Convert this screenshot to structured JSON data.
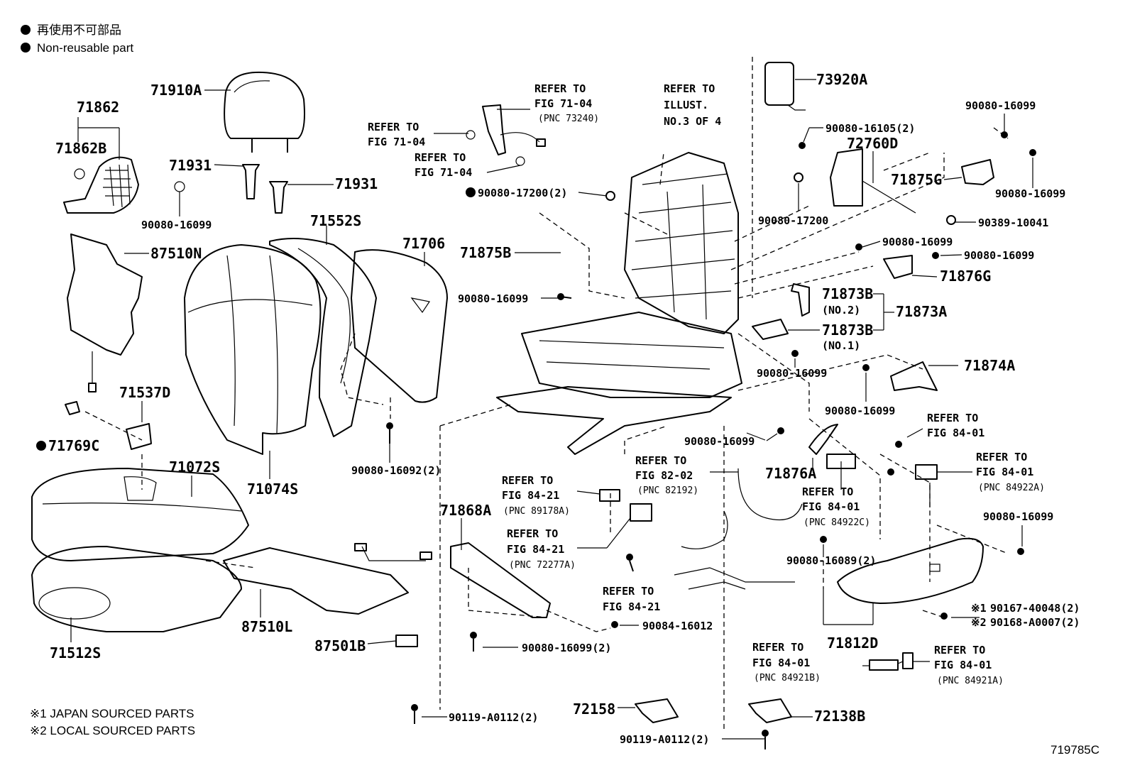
{
  "legend": {
    "jp": "再使用不可部品",
    "en": "Non-reusable part"
  },
  "labels": {
    "p71910A": "71910A",
    "p71862": "71862",
    "p71862B": "71862B",
    "p71931a": "71931",
    "p71931b": "71931",
    "p9008016099_a": "90080-16099",
    "p87510N": "87510N",
    "p71552S": "71552S",
    "p71706": "71706",
    "p71537D": "71537D",
    "p71769C": "71769C",
    "p71074S": "71074S",
    "p71072S": "71072S",
    "p9008016092": "90080-16092(2)",
    "p87510L": "87510L",
    "p71512S": "71512S",
    "p87501B": "87501B",
    "p71868A": "71868A",
    "p9008016099_2": "90080-16099(2)",
    "p90119A0112_a": "90119-A0112(2)",
    "p72158": "72158",
    "p90119A0112_b": "90119-A0112(2)",
    "p72138B": "72138B",
    "p90084": "90084-16012",
    "p9008017200_2": "90080-17200(2)",
    "p71875B": "71875B",
    "p9008016099_b": "90080-16099",
    "p73920A": "73920A",
    "p9008016105": "90080-16105(2)",
    "p72760D": "72760D",
    "p9008017200": "90080-17200",
    "p9008016099_c": "90080-16099",
    "p71875G": "71875G",
    "p9008016099_d": "90080-16099",
    "p9038910041": "90389-10041",
    "p9008016099_e": "90080-16099",
    "p9008016099_f": "90080-16099",
    "p71876G": "71876G",
    "p71873B_1": "71873B",
    "p71873B_no2": "(NO.2)",
    "p71873A": "71873A",
    "p71873B_2": "71873B",
    "p71873B_no1": "(NO.1)",
    "p9008016099_g": "90080-16099",
    "p71874A": "71874A",
    "p9008016099_h": "90080-16099",
    "p9008016099_i": "90080-16099",
    "p71876A": "71876A",
    "p9008016089": "90080-16089(2)",
    "p71812D": "71812D",
    "p9008016099_j": "90080-16099",
    "p90167": "90167-40048(2)",
    "p90168": "90168-A0007(2)",
    "mark1": "※1",
    "mark2": "※2",
    "fig_id": "719785C"
  },
  "refers": {
    "r7104a": [
      "REFER TO",
      "FIG 71-04",
      "(PNC 73240)"
    ],
    "r7104b": [
      "REFER TO",
      "FIG 71-04"
    ],
    "r7104c": [
      "REFER TO",
      "FIG 71-04"
    ],
    "rillust": [
      "REFER TO",
      "ILLUST.",
      "NO.3 OF 4"
    ],
    "r8421a": [
      "REFER TO",
      "FIG 84-21",
      "(PNC 89178A)"
    ],
    "r8202": [
      "REFER TO",
      "FIG 82-02",
      "(PNC 82192)"
    ],
    "r8421b": [
      "REFER TO",
      "FIG 84-21",
      "(PNC 72277A)"
    ],
    "r8421c": [
      "REFER TO",
      "FIG 84-21"
    ],
    "r8401a": [
      "REFER TO",
      "FIG 84-01"
    ],
    "r8401b": [
      "REFER TO",
      "FIG 84-01",
      "(PNC 84922A)"
    ],
    "r8401c": [
      "REFER TO",
      "FIG 84-01",
      "(PNC 84922C)"
    ],
    "r8401d": [
      "REFER TO",
      "FIG 84-01",
      "(PNC 84921B)"
    ],
    "r8401e": [
      "REFER TO",
      "FIG 84-01",
      "(PNC 84921A)"
    ]
  },
  "footnotes": {
    "f1": "※1 JAPAN SOURCED PARTS",
    "f2": "※2 LOCAL SOURCED PARTS"
  }
}
